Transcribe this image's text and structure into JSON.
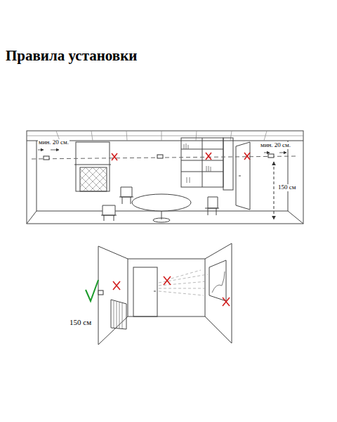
{
  "diagram": {
    "title": "Правила установки",
    "labels": [
      "мин. 20 см.",
      "мин. 20 см.",
      "150 см",
      "150 см"
    ]
  }
}
